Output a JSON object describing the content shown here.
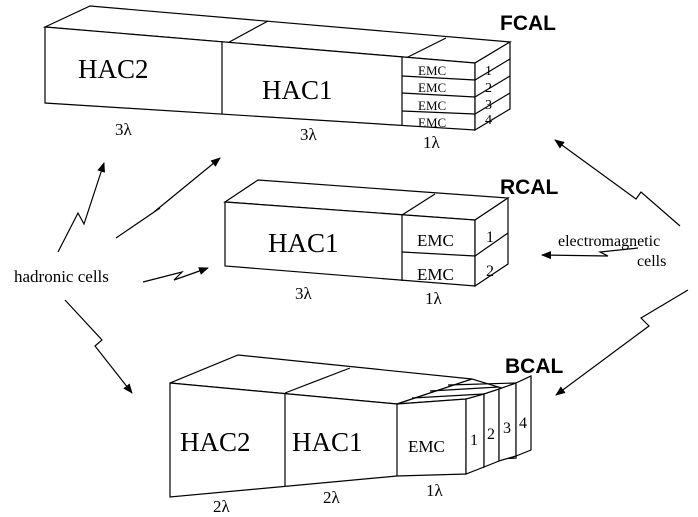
{
  "fcal": {
    "title": "FCAL",
    "hac2": "HAC2",
    "hac1": "HAC1",
    "emc": [
      "EMC",
      "EMC",
      "EMC",
      "EMC"
    ],
    "emc_nums": [
      "1",
      "2",
      "3",
      "4"
    ],
    "lengths": [
      "3λ",
      "3λ",
      "1λ"
    ]
  },
  "rcal": {
    "title": "RCAL",
    "hac1": "HAC1",
    "emc": [
      "EMC",
      "EMC"
    ],
    "emc_nums": [
      "1",
      "2"
    ],
    "lengths": [
      "3λ",
      "1λ"
    ]
  },
  "bcal": {
    "title": "BCAL",
    "hac2": "HAC2",
    "hac1": "HAC1",
    "emc": "EMC",
    "emc_nums": [
      "1",
      "2",
      "3",
      "4"
    ],
    "lengths": [
      "2λ",
      "2λ",
      "1λ"
    ]
  },
  "labels": {
    "hadronic": "hadronic cells",
    "electromagnetic_line1": "electromagnetic",
    "electromagnetic_line2": "cells"
  }
}
